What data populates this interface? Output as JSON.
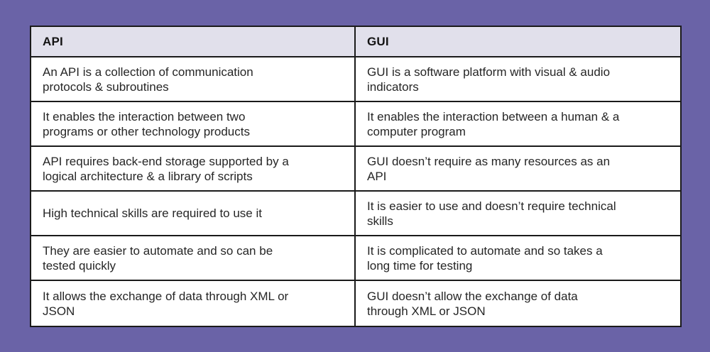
{
  "theme": {
    "background_color": "#6a63a7",
    "table_border_color": "#1a1a1a",
    "header_background_color": "#e1e0eb",
    "row_background_color": "#ffffff",
    "text_color": "#262626"
  },
  "table": {
    "columns": [
      {
        "label": "API"
      },
      {
        "label": "GUI"
      }
    ],
    "rows": [
      {
        "api": "An API is a collection of communication\nprotocols & subroutines",
        "gui": "GUI is a software platform with visual & audio\nindicators"
      },
      {
        "api": "It enables the interaction between two\nprograms or other technology products",
        "gui": "It enables the interaction between a human & a\ncomputer program"
      },
      {
        "api": "API requires back-end storage supported by a\nlogical architecture & a library of scripts",
        "gui": "GUI doesn’t require as many resources as an\nAPI"
      },
      {
        "api": "High technical skills are required to use it",
        "gui": "It is easier to use and doesn’t require technical\nskills"
      },
      {
        "api": "They are easier to automate and so can be\ntested quickly",
        "gui": "It is complicated to automate and so takes a\nlong time for testing"
      },
      {
        "api": "It allows the exchange of data through XML or\nJSON",
        "gui": "GUI doesn’t allow the exchange of data\nthrough XML or JSON"
      }
    ]
  }
}
